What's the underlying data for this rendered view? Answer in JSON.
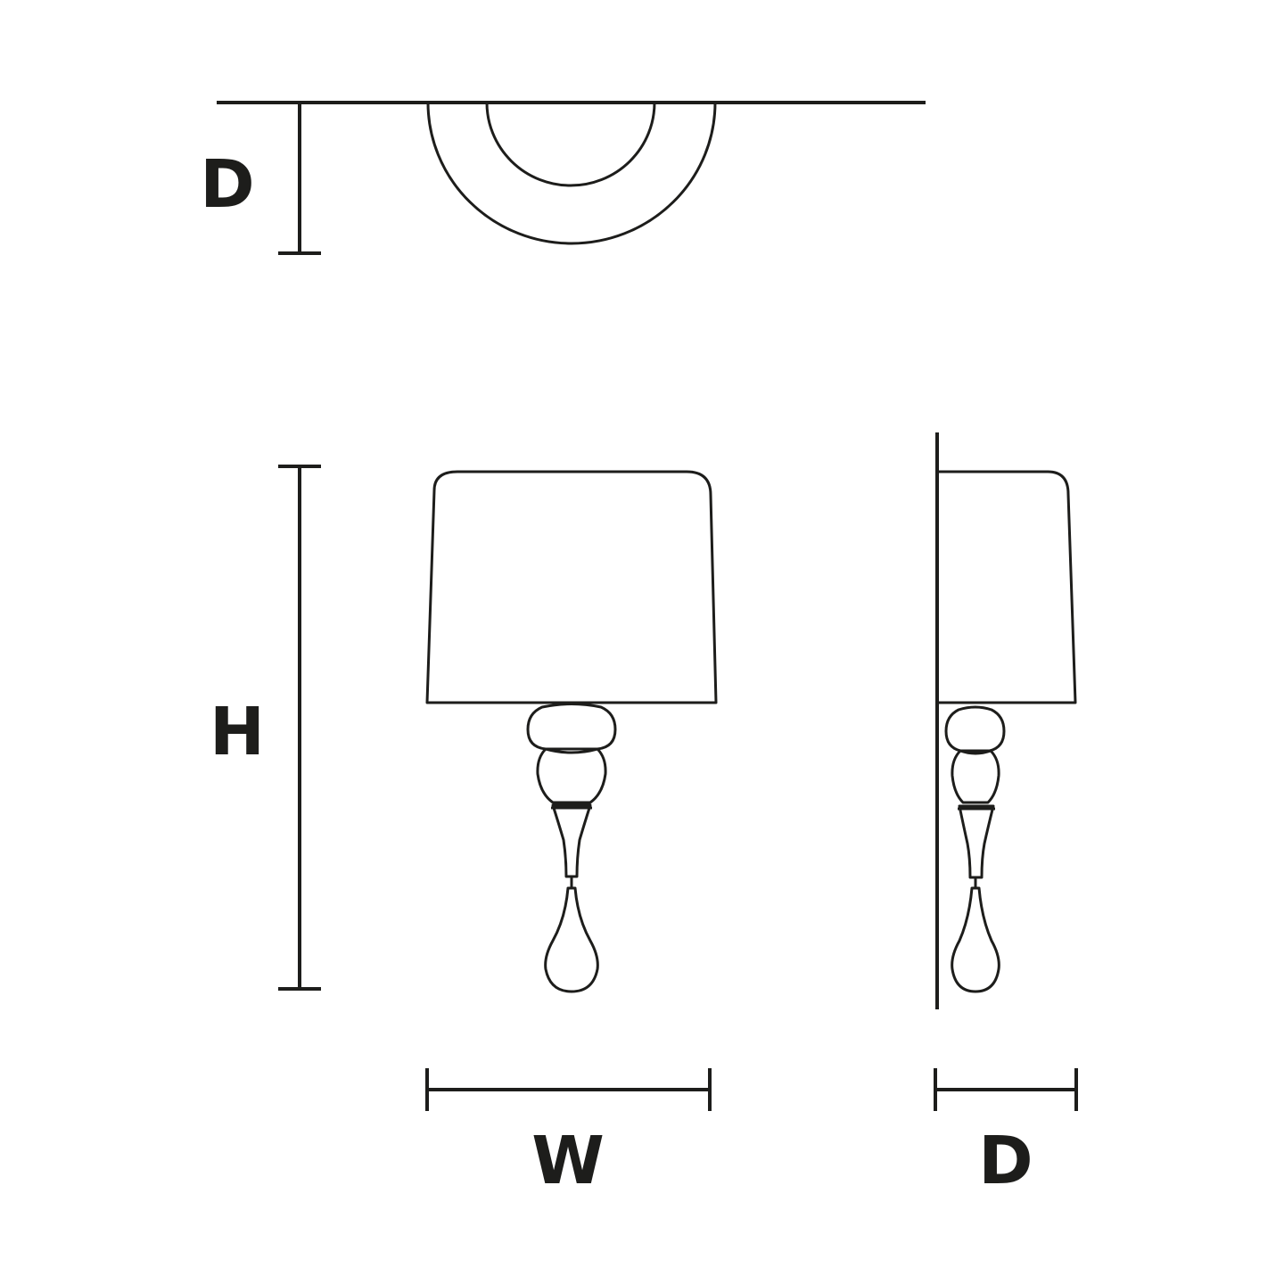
{
  "labels": {
    "top_depth": "D",
    "height": "H",
    "width": "W",
    "side_depth": "D"
  },
  "colors": {
    "line": "#1d1d1b",
    "background": "#ffffff"
  }
}
